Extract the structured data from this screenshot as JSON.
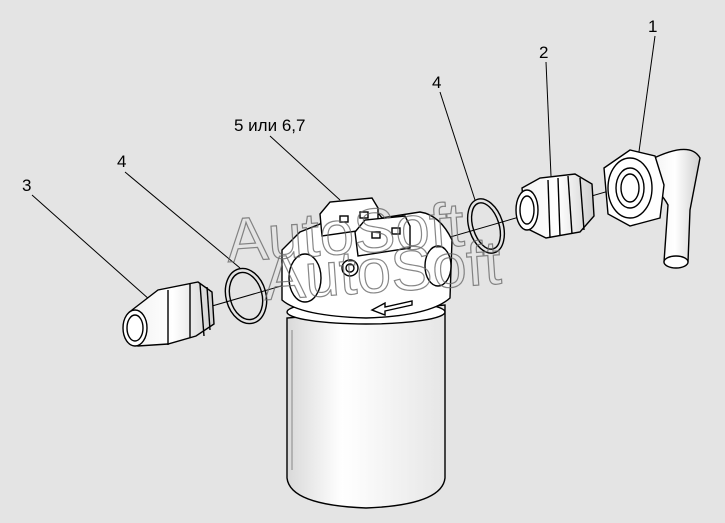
{
  "callouts": {
    "c1": "1",
    "c2": "2",
    "c3": "3",
    "c4_left": "4",
    "c4_right": "4",
    "c5": "5 или 6,7"
  },
  "watermark": {
    "text": "AutoSoft"
  },
  "colors": {
    "background": "#e4e4e4",
    "part_fill": "#ffffff",
    "line": "#000000"
  }
}
